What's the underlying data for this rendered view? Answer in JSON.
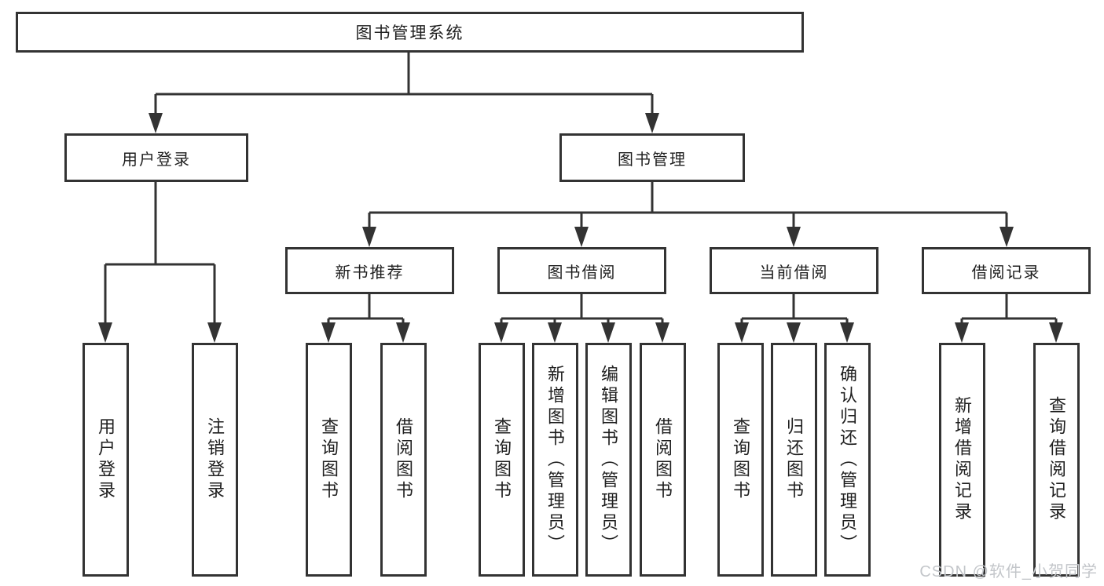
{
  "diagram": {
    "type": "function-tree",
    "title": "图书管理系统",
    "watermark": "CSDN @软件_小贺同学",
    "colors": {
      "line": "#333333",
      "border": "#333333",
      "text": "#1f1f1f",
      "background": "#ffffff",
      "watermark": "#c3c6ca"
    },
    "tree": {
      "label": "图书管理系统",
      "children": [
        {
          "label": "用户登录",
          "children": [
            {
              "label": "用户登录"
            },
            {
              "label": "注销登录"
            }
          ]
        },
        {
          "label": "图书管理",
          "children": [
            {
              "label": "新书推荐",
              "children": [
                {
                  "label": "查询图书"
                },
                {
                  "label": "借阅图书"
                }
              ]
            },
            {
              "label": "图书借阅",
              "children": [
                {
                  "label": "查询图书"
                },
                {
                  "label": "新增图书（管理员）"
                },
                {
                  "label": "编辑图书（管理员）"
                },
                {
                  "label": "借阅图书"
                }
              ]
            },
            {
              "label": "当前借阅",
              "children": [
                {
                  "label": "查询图书"
                },
                {
                  "label": "归还图书"
                },
                {
                  "label": "确认归还（管理员）"
                }
              ]
            },
            {
              "label": "借阅记录",
              "children": [
                {
                  "label": "新增借阅记录"
                },
                {
                  "label": "查询借阅记录"
                }
              ]
            }
          ]
        }
      ]
    }
  }
}
